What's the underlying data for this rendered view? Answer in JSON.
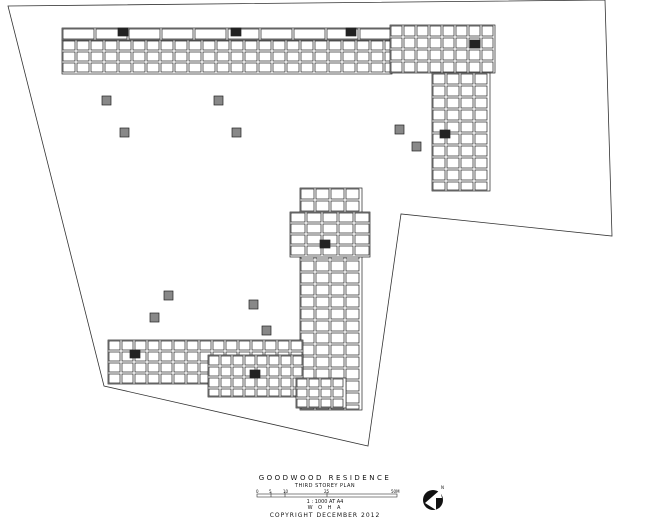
{
  "title": "GOODWOOD RESIDENCE",
  "subtitle": "THIRD STOREY PLAN",
  "scale_text": "1 : 1000 AT A4",
  "architect": "W O H A",
  "copyright": "COPYRIGHT DECEMBER 2012",
  "scale_bar_ticks": [
    "0",
    "5",
    "10",
    "25",
    "50M"
  ],
  "north_label": "N"
}
